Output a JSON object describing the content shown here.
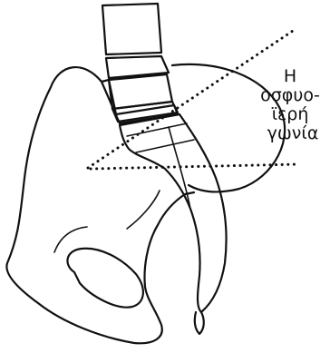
{
  "figure": {
    "label_lines": [
      "Η",
      "οσφυο-",
      "ϊερή",
      "γωνία"
    ],
    "ink_color": "#111111",
    "background_color": "#ffffff"
  }
}
